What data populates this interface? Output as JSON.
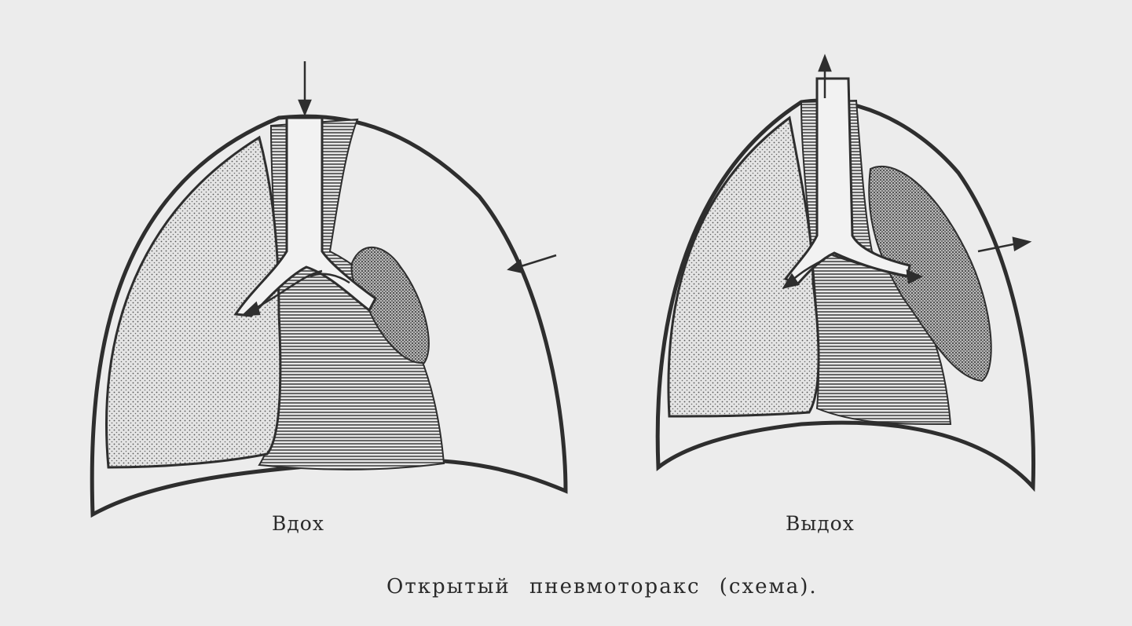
{
  "figure": {
    "caption": "Открытый пневмоторакс (схема).",
    "panels": [
      {
        "id": "inhale",
        "label": "Вдох"
      },
      {
        "id": "exhale",
        "label": "Выдох"
      }
    ],
    "colors": {
      "paper": "#ececec",
      "ink": "#2e2e2e",
      "lung_fill": "#d6d6d6",
      "mediastinum_lines": "#3a3a3a"
    }
  }
}
